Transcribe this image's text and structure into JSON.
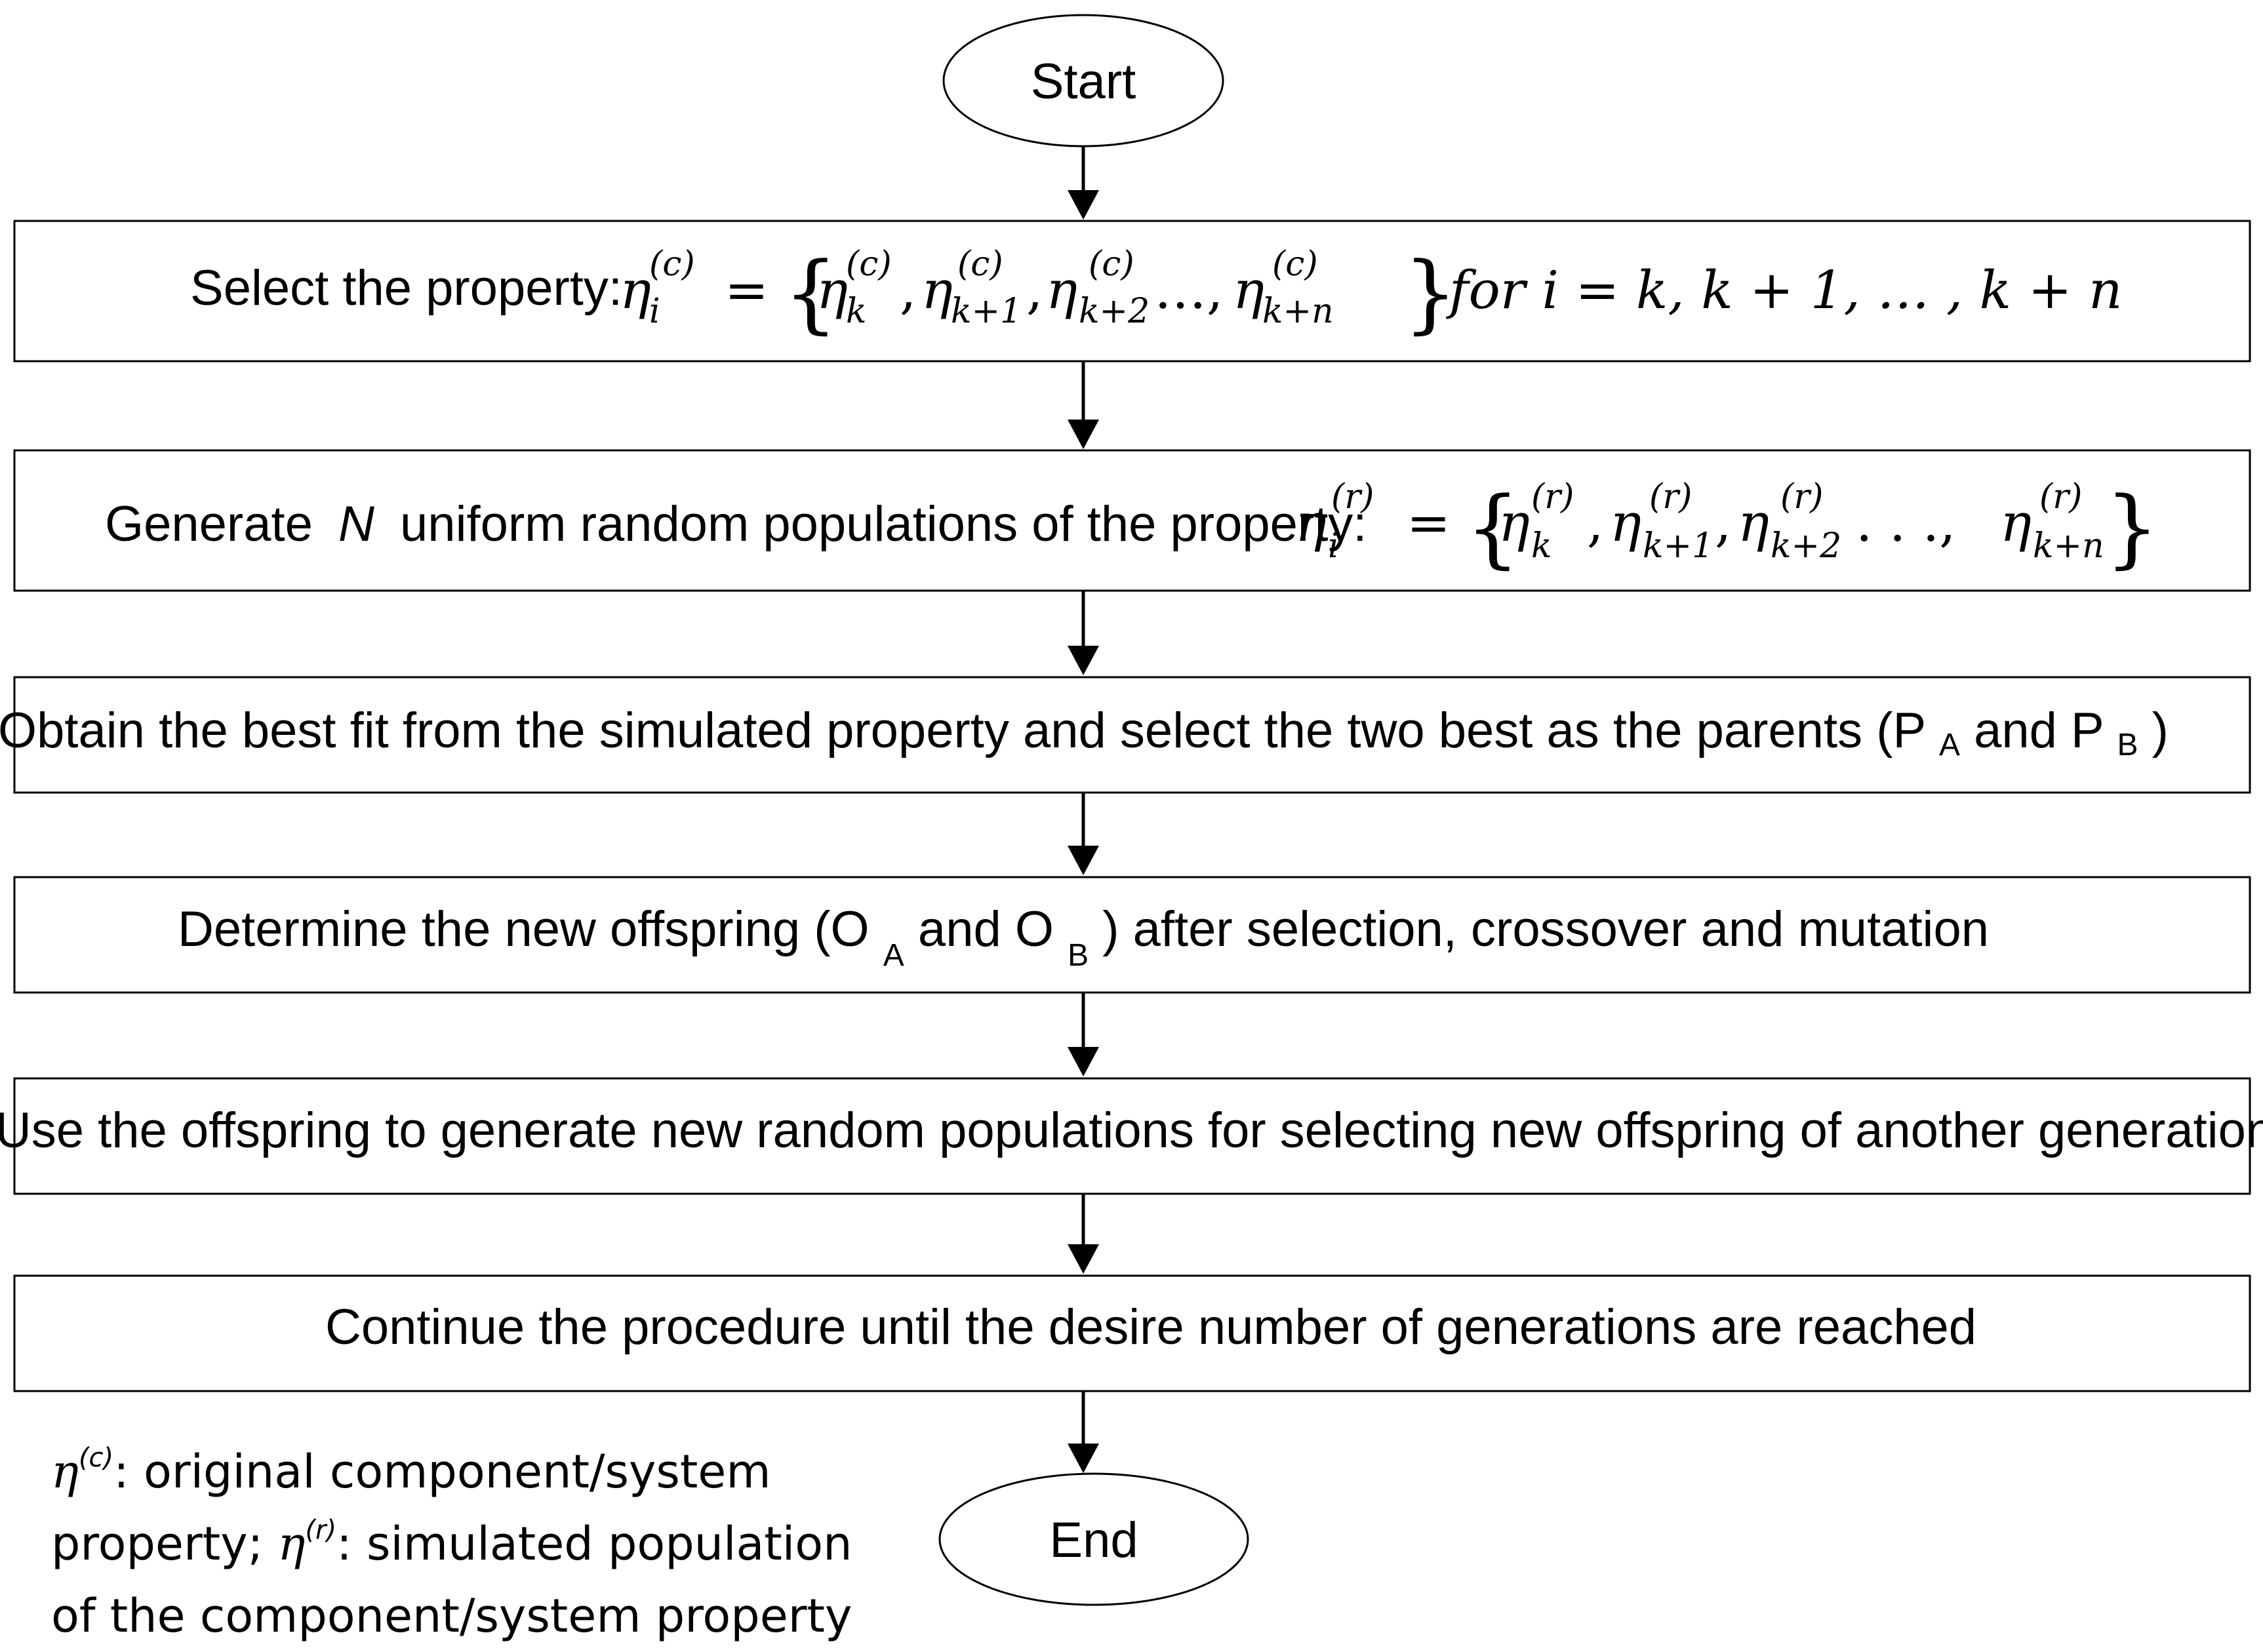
{
  "nodes": {
    "start": "Start",
    "step1_prefix": "Select the property:",
    "step2_prefix_a": "Generate",
    "step2_prefix_n": "N",
    "step2_prefix_b": "uniform random populations of the property:",
    "step3_a": "Obtain the best fit from the simulated property and select the two best as the parents (P",
    "step3_sub_a": "A",
    "step3_b": " and P",
    "step3_sub_b": "B",
    "step3_c": ")",
    "step4_a": "Determine the new offspring (O",
    "step4_sub_a": "A",
    "step4_b": " and O",
    "step4_sub_b": "B",
    "step4_c": ") after selection, crossover and mutation",
    "step5": "Use the offspring to generate new random populations for selecting new offspring of another generation",
    "step6": "Continue the procedure until the desire number of generations are reached",
    "end": "End"
  },
  "math": {
    "eta": "η",
    "sup_c": "(c)",
    "sup_r": "(r)",
    "sub_i": "i",
    "sub_k": "k",
    "sub_k1": "k+1",
    "sub_k2": "k+2",
    "sub_kn": "k+n",
    "equals": "=",
    "lbrace": "{",
    "rbrace": "}",
    "comma": ",",
    "ellipsis1": "…,",
    "ellipsis2": ". . .,",
    "for_clause": "for i = k, k + 1, … , k + n"
  },
  "legend": {
    "eta": "η",
    "sup_c": "(c)",
    "text1": ": original component/system property; ",
    "sup_r": "(r)",
    "text2": ": simulated population of the component/system property"
  }
}
